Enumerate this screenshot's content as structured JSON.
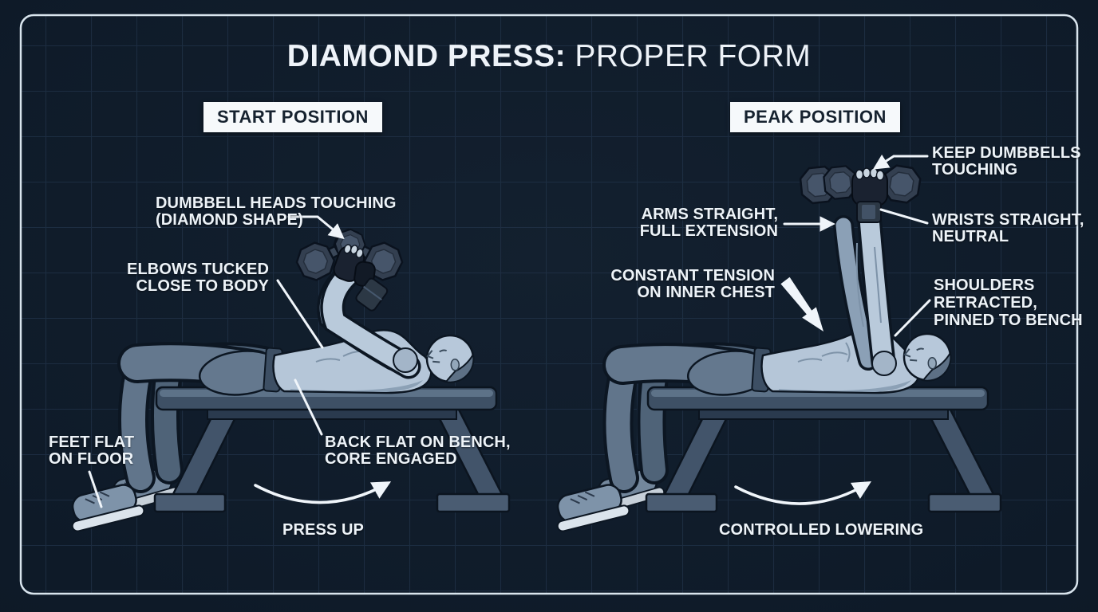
{
  "title": {
    "emphasis": "DIAMOND PRESS:",
    "rest": "PROPER FORM"
  },
  "panels": {
    "start": {
      "header": "START POSITION",
      "labels": {
        "dumbbell_heads": {
          "line1": "DUMBBELL HEADS TOUCHING",
          "line2": "(DIAMOND SHAPE)"
        },
        "elbows": {
          "line1": "ELBOWS TUCKED",
          "line2": "CLOSE TO BODY"
        },
        "feet": {
          "line1": "FEET FLAT",
          "line2": "ON FLOOR"
        },
        "back": {
          "line1": "BACK FLAT ON BENCH,",
          "line2": "CORE ENGAGED"
        },
        "motion": "PRESS UP"
      }
    },
    "peak": {
      "header": "PEAK POSITION",
      "labels": {
        "keep_touching": {
          "line1": "KEEP DUMBBELLS",
          "line2": "TOUCHING"
        },
        "arms": {
          "line1": "ARMS STRAIGHT,",
          "line2": "FULL EXTENSION"
        },
        "wrists": {
          "line1": "WRISTS STRAIGHT,",
          "line2": "NEUTRAL"
        },
        "tension": {
          "line1": "CONSTANT TENSION",
          "line2": "ON INNER CHEST"
        },
        "shoulders": {
          "line1": "SHOULDERS",
          "line2": "RETRACTED,",
          "line3": "PINNED TO BENCH"
        },
        "motion": "CONTROLLED LOWERING"
      }
    }
  },
  "colors": {
    "background": "#0d1926",
    "border": "#d9e5ee",
    "grid": "#24364d",
    "text": "#edf3f8",
    "header_bg": "#f6f9fb",
    "header_text": "#16222f",
    "arrow": "#f0f5fa",
    "skin": "#b7c8da",
    "apparel": "#64788e",
    "bench": "#3e5065",
    "dumbbell": "#3b4859"
  }
}
